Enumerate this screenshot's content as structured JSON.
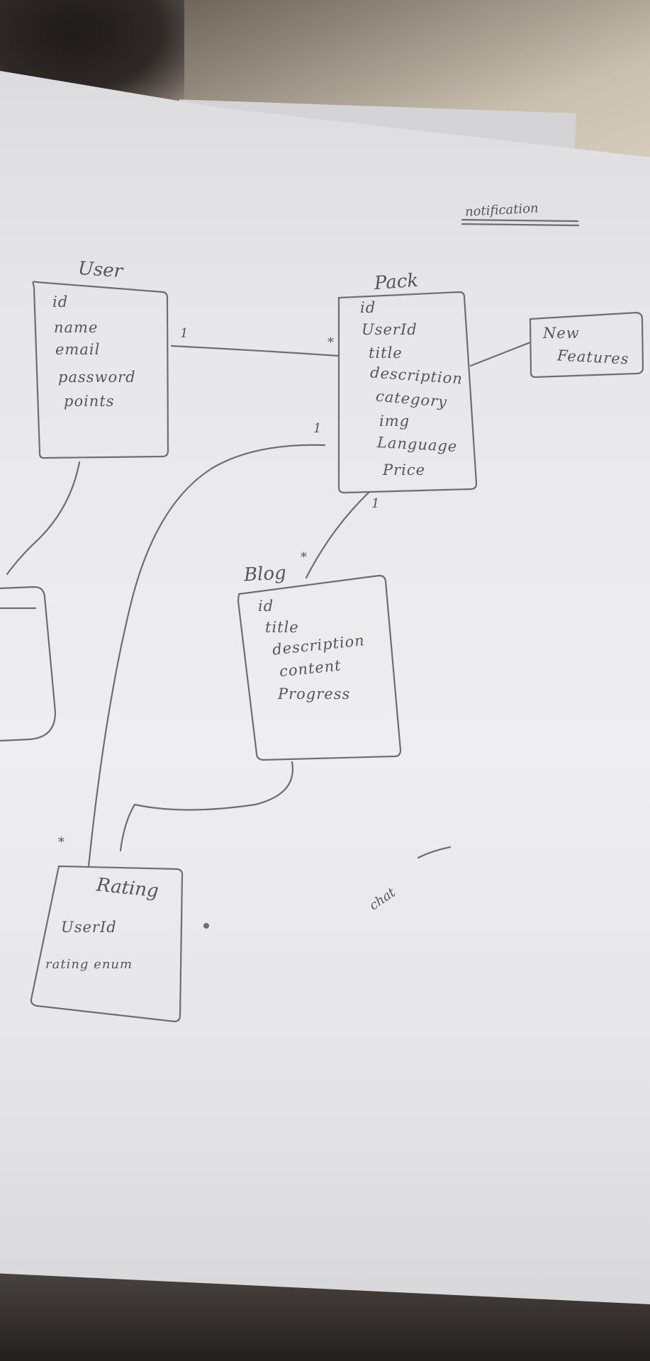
{
  "diagram": {
    "note": "notification",
    "entities": {
      "user": {
        "title": "User",
        "fields": [
          "id",
          "name",
          "email",
          "password",
          "points"
        ]
      },
      "pack": {
        "title": "Pack",
        "fields": [
          "id",
          "UserId",
          "title",
          "description",
          "category",
          "img",
          "Language",
          "Price"
        ]
      },
      "new_feature": {
        "title": "New",
        "fields": [
          "Features"
        ]
      },
      "blog": {
        "title": "Blog",
        "fields": [
          "id",
          "title",
          "description",
          "content",
          "Progress"
        ]
      },
      "rating": {
        "title": "Rating",
        "fields": [
          "UserId",
          "rating enum"
        ]
      }
    },
    "multiplicities": {
      "user_pack_user_end": "1",
      "user_pack_pack_end": "*",
      "pack_blog_pack_end": "1",
      "pack_blog_blog_end": "*",
      "pack_rating_pack_end": "1",
      "pack_rating_rating_end": "*"
    },
    "scribble": "chat"
  }
}
